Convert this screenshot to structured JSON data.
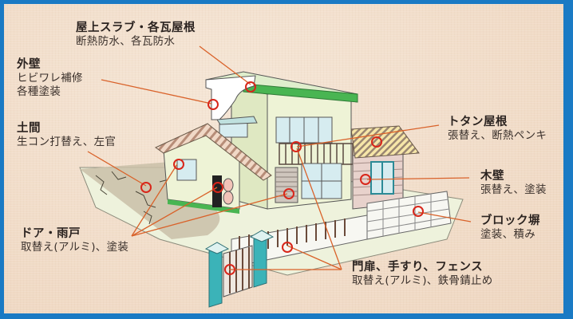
{
  "diagram": {
    "subject": "house-renovation-points",
    "colors": {
      "frame": "#1a7ac4",
      "paper": "#f2dfcc",
      "leader_line": "#d9622a",
      "marker_circle": "#d8261a",
      "roof_green": "#49b552",
      "wall_cream": "#eef3d6",
      "teal_pillar": "#3bb3b8"
    },
    "labels": [
      {
        "id": "roof-slab",
        "title": "屋上スラブ・各瓦屋根",
        "desc": "断熱防水、各瓦防水"
      },
      {
        "id": "exterior-wall",
        "title": "外壁",
        "desc": "ヒビワレ補修",
        "desc2": "各種塗装"
      },
      {
        "id": "earth-floor",
        "title": "土間",
        "desc": "生コン打替え、左官"
      },
      {
        "id": "door-shutter",
        "title": "ドア・雨戸",
        "desc": "取替え(アルミ)、塗装"
      },
      {
        "id": "tin-roof",
        "title": "トタン屋根",
        "desc": "張替え、断熱ペンキ"
      },
      {
        "id": "wood-wall",
        "title": "木壁",
        "desc": "張替え、塗装"
      },
      {
        "id": "block-wall",
        "title": "ブロック塀",
        "desc": "塗装、積み"
      },
      {
        "id": "gate-rail-fence",
        "title": "門扉、手すり、フェンス",
        "desc": "取替え(アルミ)、鉄骨錆止め"
      }
    ]
  }
}
